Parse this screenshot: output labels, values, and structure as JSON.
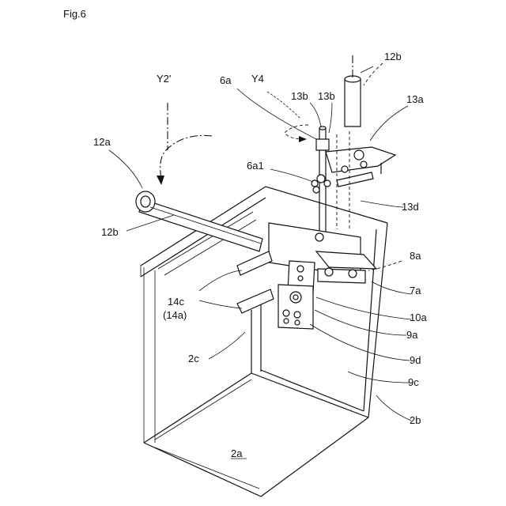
{
  "figure": {
    "title": "Fig.6"
  },
  "labels": {
    "l12b_top": "12b",
    "l13a": "13a",
    "l13b_1": "13b",
    "l13b_2": "13b",
    "lY2": "Y2'",
    "l6a": "6a",
    "lY4": "Y4",
    "l12a": "12a",
    "l6a1": "6a1",
    "l13d": "13d",
    "l12b_left": "12b",
    "l8a": "8a",
    "l7a": "7a",
    "l14c": "14c",
    "l14a": "(14a)",
    "l10a": "10a",
    "l9a": "9a",
    "l2c": "2c",
    "l9d": "9d",
    "l9c": "9c",
    "l2b": "2b",
    "l2a": "2a"
  }
}
